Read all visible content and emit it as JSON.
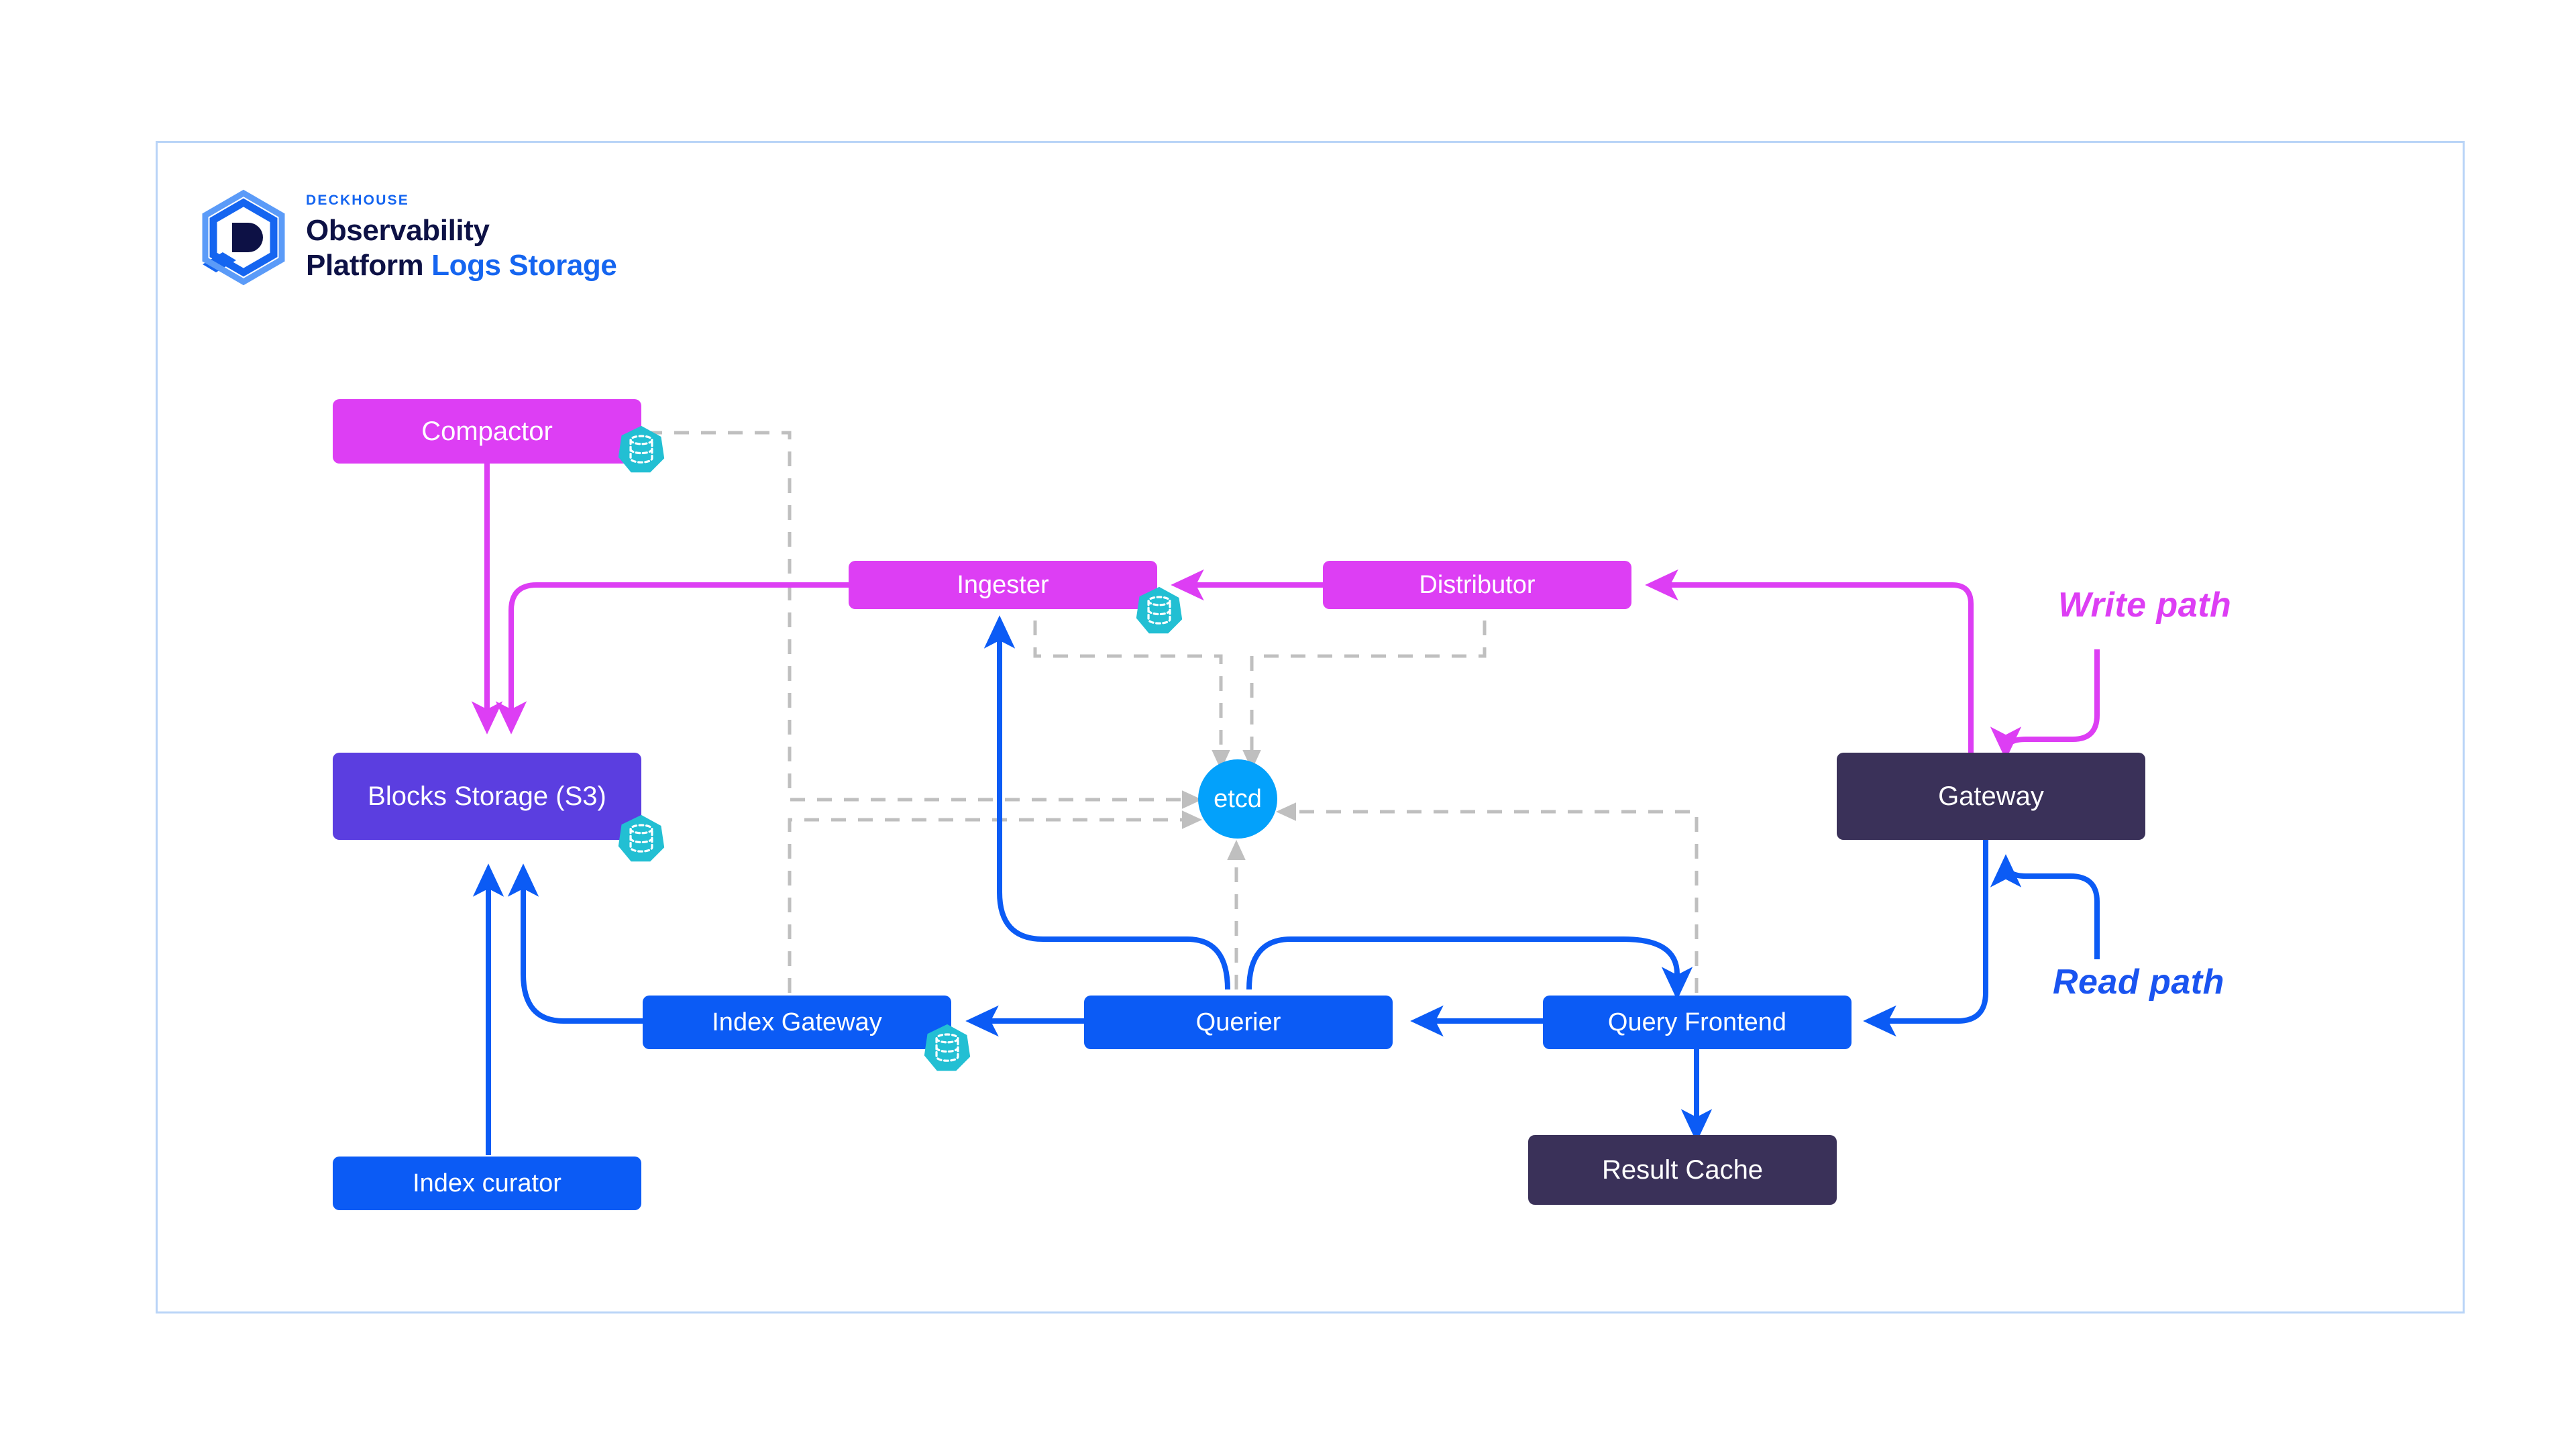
{
  "logo": {
    "eyebrow": "DECKHOUSE",
    "line1": "Observability",
    "line2": "Platform",
    "product": "Logs Storage",
    "mark_icon": "deckhouse-hexagon-d-logo-icon"
  },
  "colors": {
    "frame_border": "#b9d4f7",
    "write_path": "#dd3ef4",
    "read_path": "#0b5bf5",
    "internal_path": "#bfbfbf",
    "node_magenta": "#dd3ef4",
    "node_blue": "#0b5bf5",
    "node_purple": "#5b3ee0",
    "node_dark": "#3a3159",
    "etcd": "#03a1fb",
    "statefulset_badge": "#22bfd3",
    "text_dark": "#0d1145",
    "accent_blue": "#1565f0"
  },
  "captions": {
    "write_path": "Write path",
    "read_path": "Read path"
  },
  "nodes": {
    "compactor": {
      "label": "Compactor",
      "color": "#dd3ef4",
      "statefulset": true
    },
    "ingester": {
      "label": "Ingester",
      "color": "#dd3ef4",
      "statefulset": true
    },
    "distributor": {
      "label": "Distributor",
      "color": "#dd3ef4",
      "statefulset": false
    },
    "blocks_storage": {
      "label": "Blocks Storage (S3)",
      "color": "#5b3ee0",
      "statefulset": true
    },
    "etcd": {
      "label": "etcd",
      "color": "#03a1fb",
      "statefulset": false
    },
    "gateway": {
      "label": "Gateway",
      "color": "#3a3159",
      "statefulset": false
    },
    "index_gateway": {
      "label": "Index Gateway",
      "color": "#0b5bf5",
      "statefulset": true
    },
    "querier": {
      "label": "Querier",
      "color": "#0b5bf5",
      "statefulset": false
    },
    "query_frontend": {
      "label": "Query Frontend",
      "color": "#0b5bf5",
      "statefulset": false
    },
    "result_cache": {
      "label": "Result Cache",
      "color": "#3a3159",
      "statefulset": false
    },
    "index_curator": {
      "label": "Index curator",
      "color": "#0b5bf5",
      "statefulset": false
    }
  },
  "edges": [
    {
      "from": "gateway",
      "to": "distributor",
      "kind": "write"
    },
    {
      "from": "distributor",
      "to": "ingester",
      "kind": "write"
    },
    {
      "from": "ingester",
      "to": "blocks_storage",
      "kind": "write"
    },
    {
      "from": "compactor",
      "to": "blocks_storage",
      "kind": "write"
    },
    {
      "from": "gateway",
      "to": "query_frontend",
      "kind": "read"
    },
    {
      "from": "query_frontend",
      "to": "querier",
      "kind": "read"
    },
    {
      "from": "query_frontend",
      "to": "result_cache",
      "kind": "read"
    },
    {
      "from": "querier",
      "to": "index_gateway",
      "kind": "read"
    },
    {
      "from": "querier",
      "to": "ingester",
      "kind": "read"
    },
    {
      "from": "querier",
      "to": "query_frontend",
      "kind": "read"
    },
    {
      "from": "index_gateway",
      "to": "blocks_storage",
      "kind": "read"
    },
    {
      "from": "index_curator",
      "to": "blocks_storage",
      "kind": "read"
    },
    {
      "from": "compactor",
      "to": "etcd",
      "kind": "internal"
    },
    {
      "from": "distributor",
      "to": "etcd",
      "kind": "internal"
    },
    {
      "from": "ingester",
      "to": "etcd",
      "kind": "internal"
    },
    {
      "from": "querier",
      "to": "etcd",
      "kind": "internal"
    },
    {
      "from": "index_gateway",
      "to": "etcd",
      "kind": "internal"
    },
    {
      "from": "query_frontend",
      "to": "etcd",
      "kind": "internal"
    }
  ],
  "legend": {
    "statefulset_icon": "statefulset-database-badge-icon"
  }
}
